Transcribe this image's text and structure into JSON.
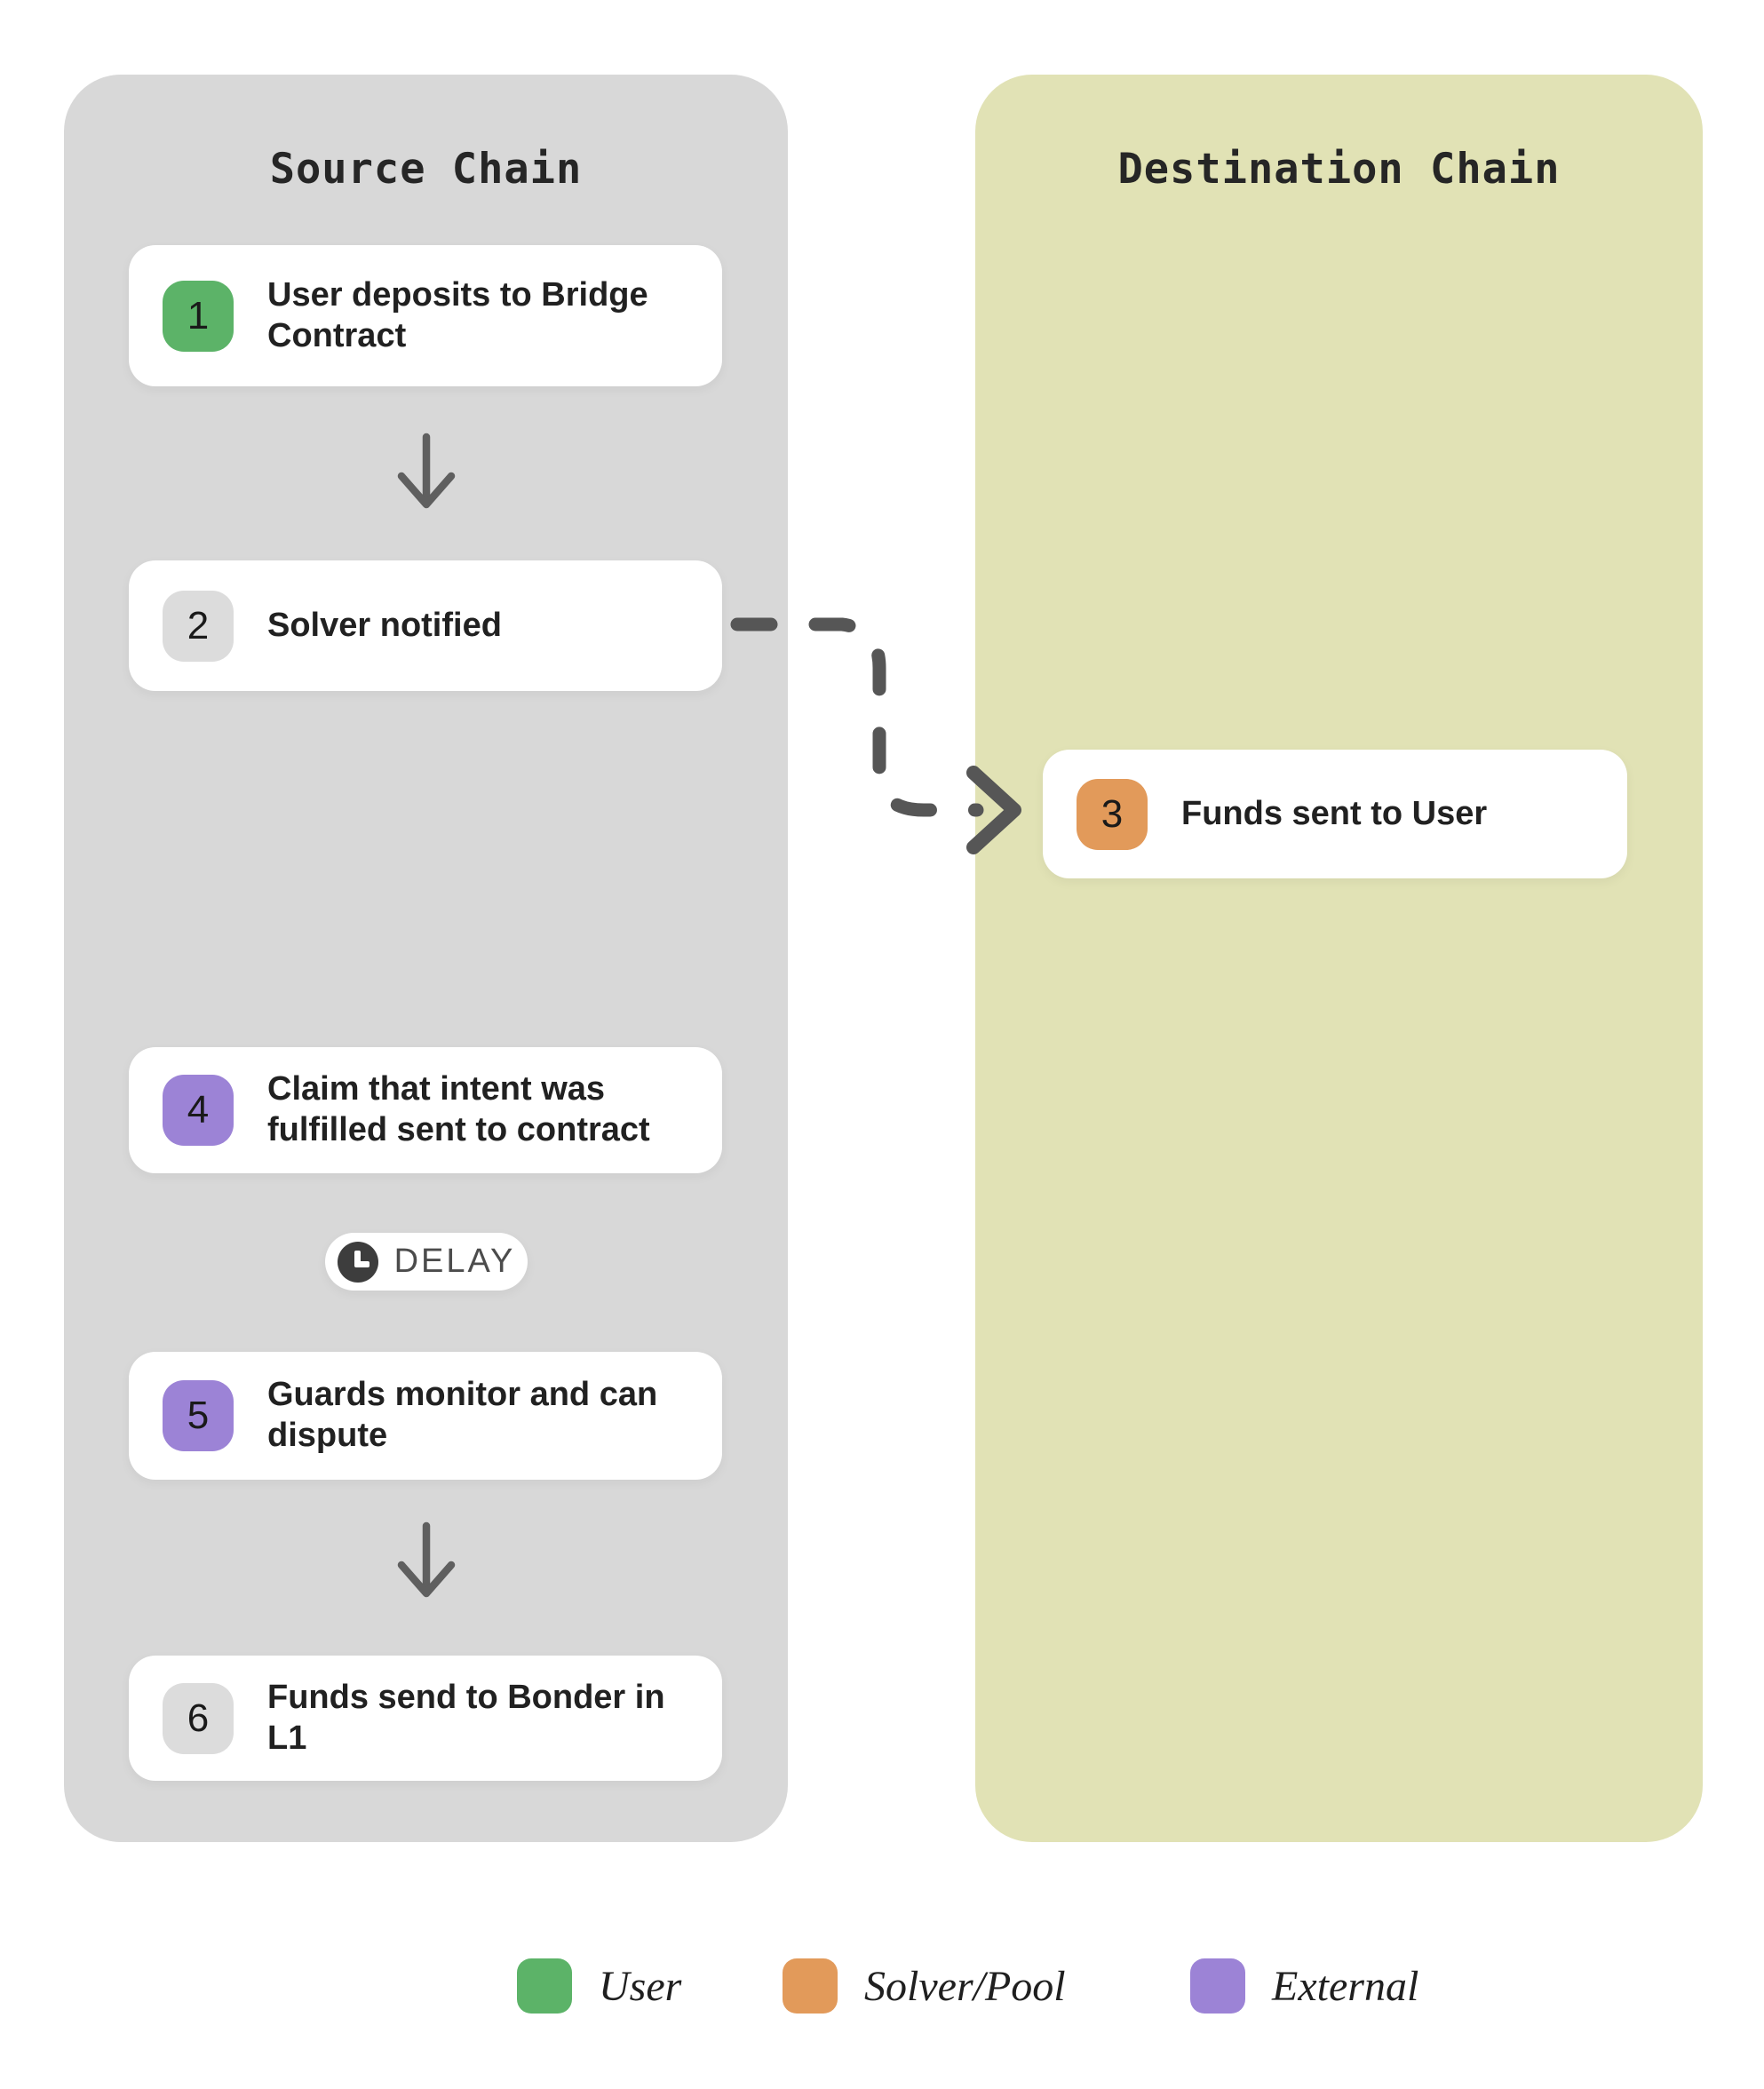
{
  "columns": {
    "source": {
      "title": "Source Chain",
      "bg": "#d8d8d8"
    },
    "destination": {
      "title": "Destination Chain",
      "bg": "#e1e2b5"
    }
  },
  "steps": [
    {
      "number": "1",
      "label": "User deposits to Bridge Contract",
      "badge_color": "#5cb368"
    },
    {
      "number": "2",
      "label": "Solver notified",
      "badge_color": "#dcdcdc"
    },
    {
      "number": "3",
      "label": "Funds sent to User",
      "badge_color": "#e29a5a"
    },
    {
      "number": "4",
      "label": "Claim that intent was fulfilled sent to contract",
      "badge_color": "#9c83d6"
    },
    {
      "number": "5",
      "label": "Guards monitor and can dispute",
      "badge_color": "#9c83d6"
    },
    {
      "number": "6",
      "label": "Funds send to Bonder in L1",
      "badge_color": "#dcdcdc"
    }
  ],
  "delay": {
    "label": "DELAY",
    "icon": "clock-icon"
  },
  "legend": [
    {
      "label": "User",
      "color": "#5cb368"
    },
    {
      "label": "Solver/Pool",
      "color": "#e29a5a"
    },
    {
      "label": "External",
      "color": "#9c83d6"
    }
  ],
  "connector": {
    "color": "#565656"
  },
  "arrows": {
    "color": "#5f5f5f"
  }
}
